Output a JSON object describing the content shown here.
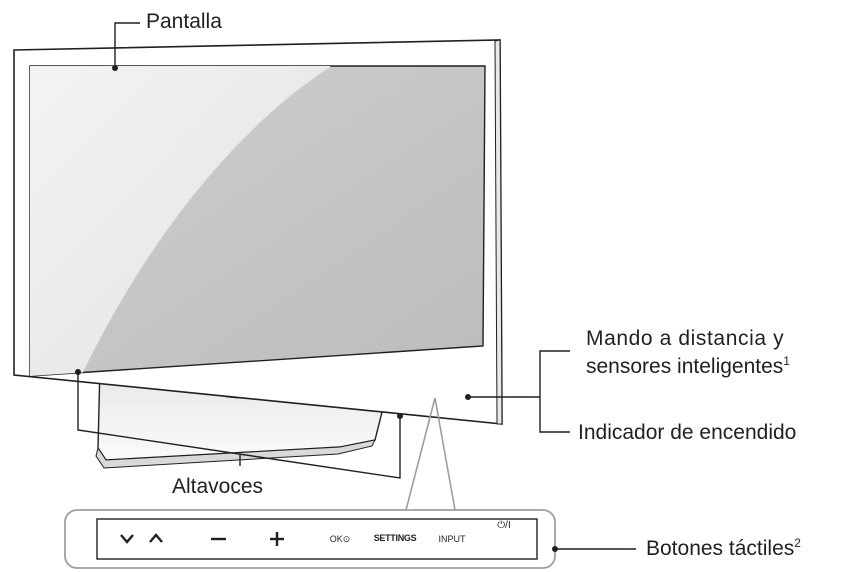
{
  "labels": {
    "screen": "Pantalla",
    "remote_sensor_line1": "Mando a distancia y",
    "remote_sensor_line2": "sensores inteligentes",
    "remote_sensor_footnote": "1",
    "power_indicator": "Indicador de encendido",
    "speakers": "Altavoces",
    "touch_buttons": "Botones táctiles",
    "touch_buttons_footnote": "2"
  },
  "touch_panel": {
    "buttons": [
      {
        "label": "∨",
        "icon": "chevron-down-icon"
      },
      {
        "label": "∧",
        "icon": "chevron-up-icon"
      },
      {
        "label": "−",
        "icon": "minus-icon"
      },
      {
        "label": "+",
        "icon": "plus-icon"
      },
      {
        "label": "OK⊙",
        "icon": "ok-icon"
      },
      {
        "label": "SETTINGS",
        "icon": "settings-text"
      },
      {
        "label": "INPUT",
        "icon": "input-text"
      },
      {
        "label": "⏻/I",
        "icon": "power-icon"
      }
    ]
  },
  "colors": {
    "line": "#231f20",
    "callout": "#9e9e9e",
    "screen_light": "#f2f2f2",
    "screen_dark": "#c4c4c4"
  }
}
